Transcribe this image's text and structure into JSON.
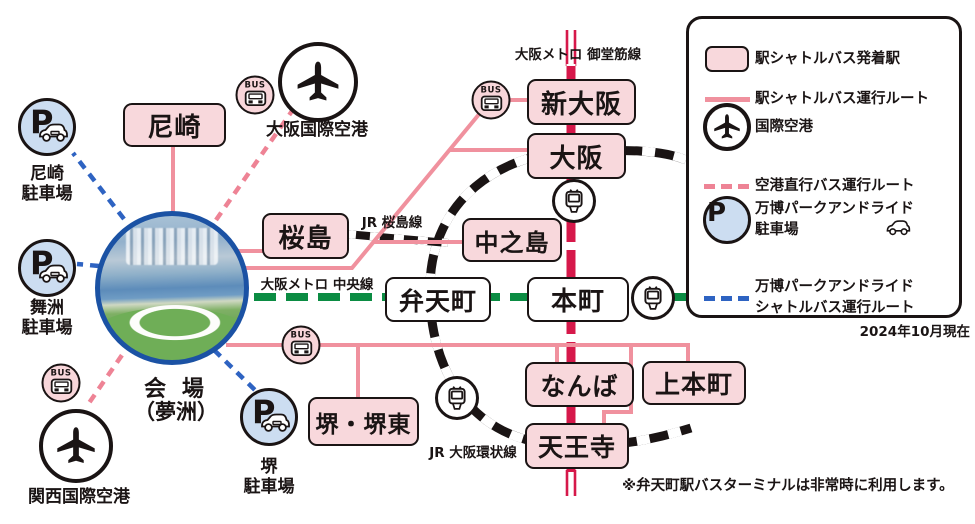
{
  "title_note": "※弁天町駅バスターミナルは非常時に利用します。",
  "as_of": "2024年10月現在",
  "bus_label": "BUS",
  "venue": {
    "line1": "会 場",
    "line2": "（夢洲）"
  },
  "stations": [
    {
      "label": "尼崎",
      "type": "shuttle"
    },
    {
      "label": "新大阪",
      "type": "shuttle"
    },
    {
      "label": "大阪",
      "type": "shuttle"
    },
    {
      "label": "桜島",
      "type": "shuttle"
    },
    {
      "label": "中之島",
      "type": "shuttle"
    },
    {
      "label": "弁天町",
      "type": "emergency"
    },
    {
      "label": "本町",
      "type": "emergency"
    },
    {
      "label": "なんば",
      "type": "shuttle"
    },
    {
      "label": "上本町",
      "type": "shuttle"
    },
    {
      "label": "天王寺",
      "type": "shuttle"
    },
    {
      "label": "堺・堺東",
      "type": "shuttle"
    }
  ],
  "rail_lines": {
    "midosuji": "大阪メトロ 御堂筋線",
    "sakurajima": "JR 桜島線",
    "chuo": "大阪メトロ 中央線",
    "loop": "JR 大阪環状線"
  },
  "airports": [
    {
      "name": "大阪国際空港"
    },
    {
      "name": "関西国際空港"
    }
  ],
  "parkings": [
    {
      "line1": "尼崎",
      "line2": "駐車場"
    },
    {
      "line1": "舞洲",
      "line2": "駐車場"
    },
    {
      "line1": "堺",
      "line2": "駐車場"
    }
  ],
  "legend": {
    "items": [
      {
        "label": "駅シャトルバス発着駅"
      },
      {
        "label": "駅シャトルバス運行ルート"
      },
      {
        "label": "国際空港"
      },
      {
        "label": "空港直行バス運行ルート"
      },
      {
        "line1": "万博パークアンドライド",
        "line2": "駐車場"
      },
      {
        "line1": "万博パークアンドライド",
        "line2": "シャトルバス運行ルート"
      }
    ]
  },
  "colors": {
    "ink": "#1a1414",
    "box_pink": "#f8d8dc",
    "shuttle": "#f0919e",
    "air_route": "#ee8395",
    "pnr_route": "#2e63c2",
    "midosuji": "#d6184a",
    "chuo": "#0b8c43",
    "park_fill": "#ccddf1",
    "bus_fill": "#f8d6da",
    "ring": "#1b52a4"
  }
}
